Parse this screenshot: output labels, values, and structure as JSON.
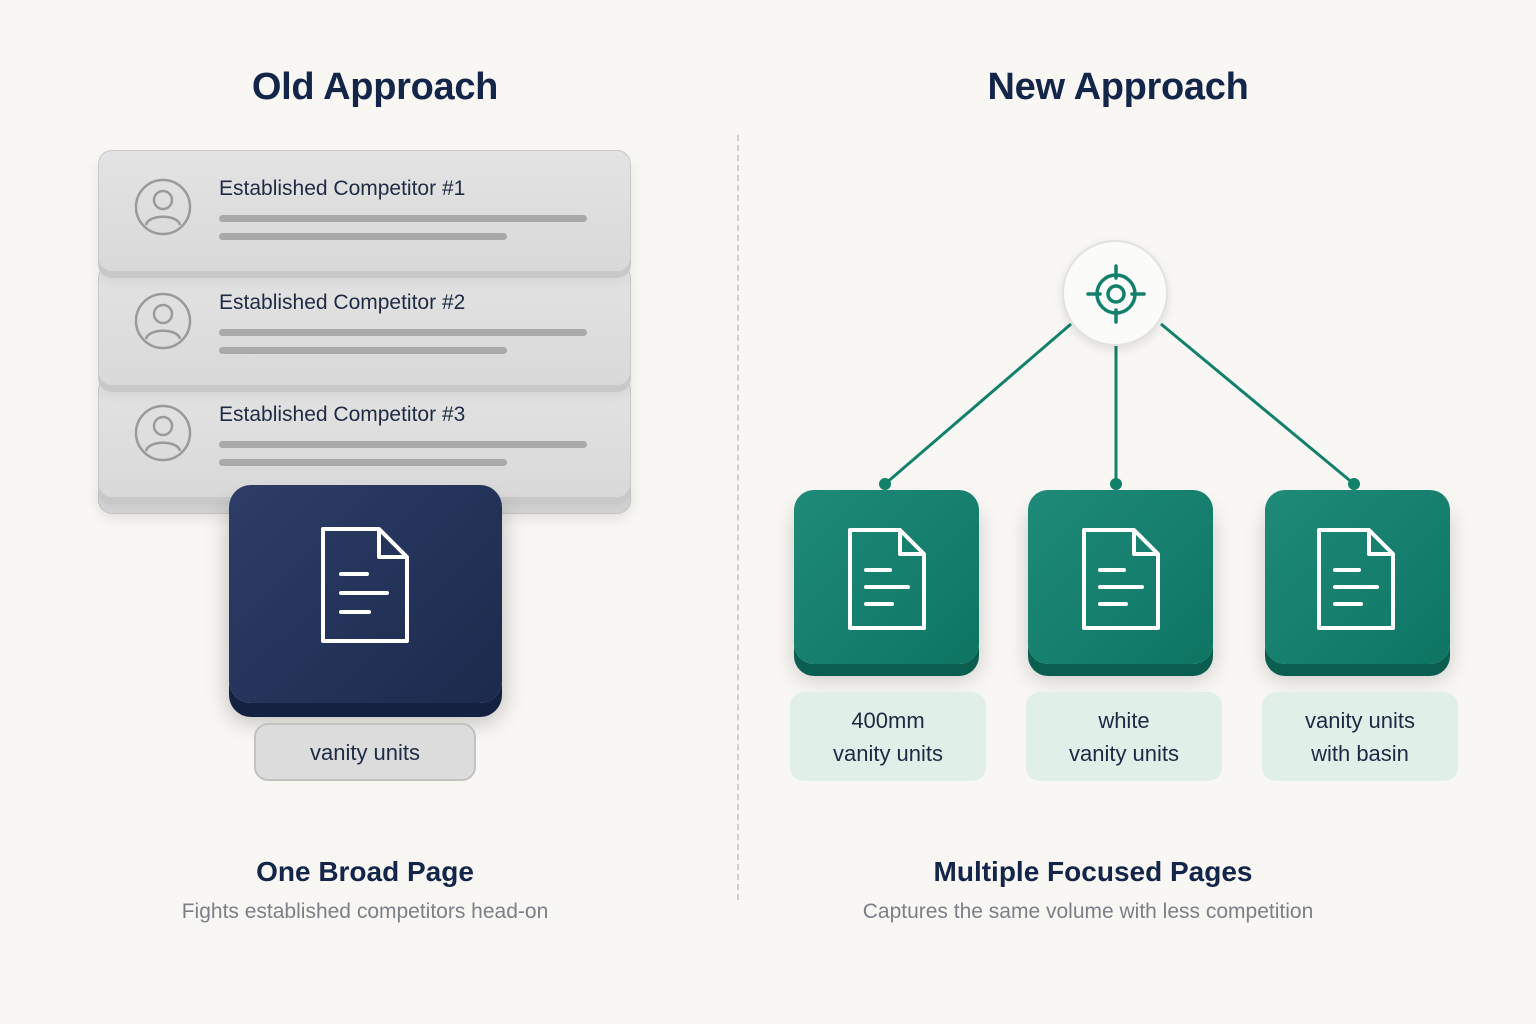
{
  "old": {
    "heading": "Old Approach",
    "competitors": [
      {
        "title": "Established Competitor #1"
      },
      {
        "title": "Established Competitor #2"
      },
      {
        "title": "Established Competitor #3"
      }
    ],
    "keyword": "vanity units",
    "footer_title": "One Broad Page",
    "footer_desc": "Fights established competitors head-on"
  },
  "new": {
    "heading": "New Approach",
    "pages": [
      {
        "line1": "400mm",
        "line2": "vanity units"
      },
      {
        "line1": "white",
        "line2": "vanity units"
      },
      {
        "line1": "vanity units",
        "line2": "with basin"
      }
    ],
    "footer_title": "Multiple Focused Pages",
    "footer_desc": "Captures the same volume with less competition"
  },
  "colors": {
    "navy": "#14254a",
    "teal": "#0e7563",
    "teal_line": "#12806b",
    "gray_card": "#dedede",
    "green_pill": "#e1efe9"
  },
  "icons": {
    "avatar": "user-circle-icon",
    "document": "document-icon",
    "target": "crosshair-target-icon"
  }
}
